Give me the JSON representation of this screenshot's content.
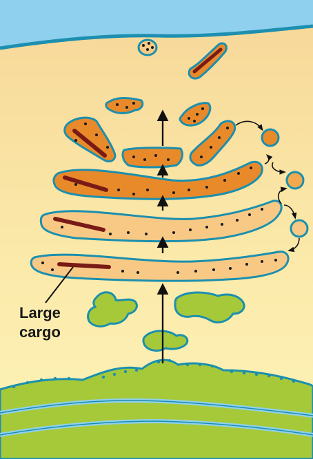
{
  "annotation": {
    "line1": "Large",
    "line2": "cargo"
  },
  "colors": {
    "sky": "#8fd0ee",
    "cytoplasm": "#fbe9a6",
    "plasma_membrane": "#1d8fb0",
    "cisterna_outline": "#1b8fae",
    "trans_fill": "#e8892a",
    "cis_fill": "#f8c985",
    "large_cargo": "#7a1a16",
    "small_cargo": "#1a1a1a",
    "er_green": "#a6c93a",
    "nucleus": "#c9a6d6",
    "arrow": "#111111"
  },
  "icons": [
    "upward-transport-arrow-icon",
    "retrograde-vesicle-arrow-icon",
    "leader-line"
  ]
}
